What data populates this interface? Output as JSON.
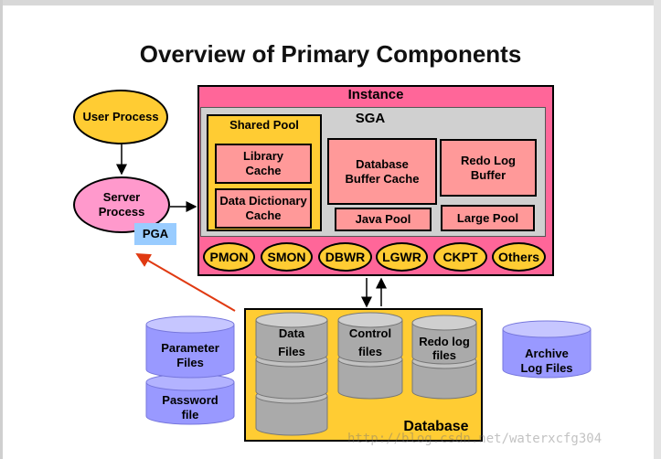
{
  "title": "Overview of Primary Components",
  "user_process": "User Process",
  "server_process": [
    "Server",
    "Process"
  ],
  "pga": "PGA",
  "instance": {
    "title": "Instance",
    "sga": "SGA",
    "shared_pool": "Shared Pool",
    "library_cache": [
      "Library",
      "Cache"
    ],
    "data_dictionary_cache": [
      "Data Dictionary",
      "Cache"
    ],
    "database_buffer_cache": [
      "Database",
      "Buffer Cache"
    ],
    "redo_log_buffer": [
      "Redo Log",
      "Buffer"
    ],
    "java_pool": "Java Pool",
    "large_pool": "Large Pool",
    "background_processes": [
      "PMON",
      "SMON",
      "DBWR",
      "LGWR",
      "CKPT",
      "Others"
    ]
  },
  "parameter_files": [
    "Parameter",
    "Files"
  ],
  "password_file": [
    "Password",
    "file"
  ],
  "database": {
    "label": "Database",
    "data_files": [
      "Data",
      "Files"
    ],
    "control_files": [
      "Control",
      "files"
    ],
    "redo_log_files": [
      "Redo log",
      "files"
    ]
  },
  "archive_log_files": [
    "Archive",
    "Log Files"
  ],
  "watermark": "http://blog.csdn.net/waterxcfg304",
  "colors": {
    "instance": "#ff6699",
    "sga": "#d0d0d0",
    "pool": "#ffcc33",
    "buffer": "#ff9999",
    "user_process": "#ffcc33",
    "server_process": "#ff99cc",
    "pga": "#99ccff",
    "file_cylinder": "#9999ff",
    "db_cylinder": "#b3b3b3",
    "arrow_red": "#e03a12"
  }
}
